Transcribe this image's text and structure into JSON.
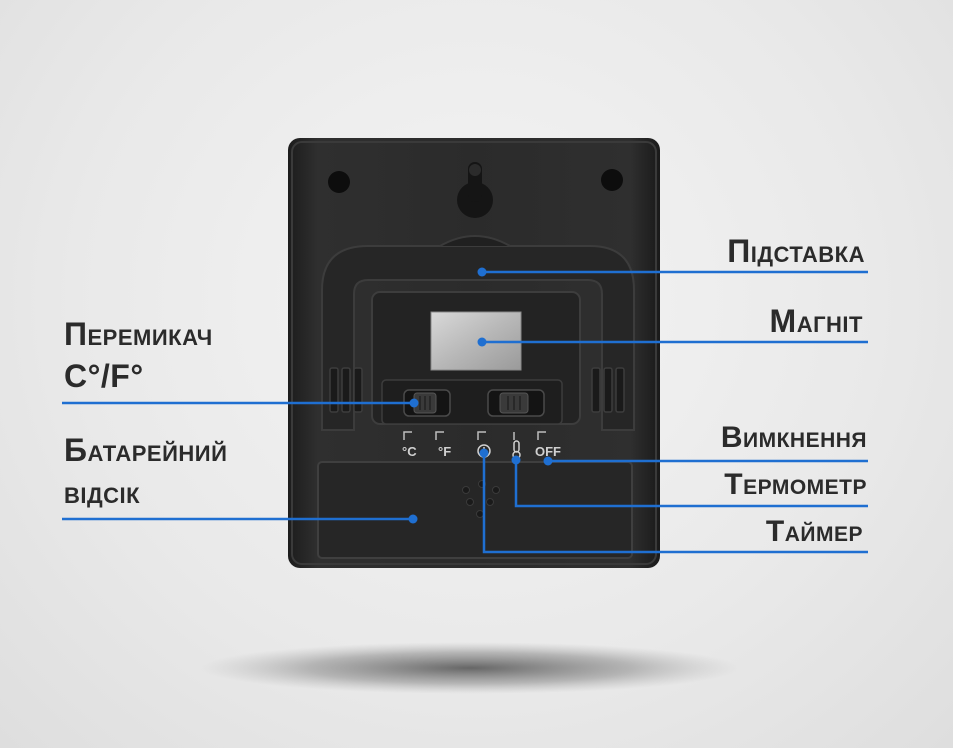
{
  "labels": {
    "stand": "Підставка",
    "magnet": "Магніт",
    "switch_line1": "Перемикач",
    "switch_line2": "C°/F°",
    "battery_line1": "Батарейний",
    "battery_line2": "відсік",
    "power_off": "Вимкнення",
    "thermometer": "Термометр",
    "timer": "Таймер"
  },
  "device": {
    "switch_marks": {
      "celsius": "°C",
      "fahrenheit": "°F",
      "off": "OFF"
    }
  },
  "colors": {
    "callout_line": "#1f6fd1",
    "device_body": "#2a2a2a",
    "label_text": "#2b2b2b"
  }
}
